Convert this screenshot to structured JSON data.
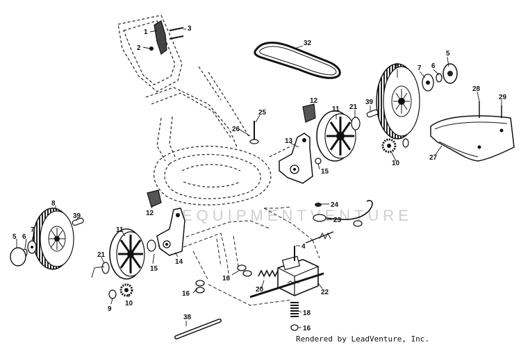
{
  "diagram": {
    "watermark": "EQUIPMENTVENTURE",
    "credit": "Rendered by LeadVenture, Inc.",
    "callouts": [
      "1",
      "2",
      "3",
      "32",
      "5",
      "6",
      "7",
      "8",
      "28",
      "29",
      "12",
      "11",
      "21",
      "39",
      "25",
      "26",
      "13",
      "15",
      "10",
      "27",
      "24",
      "23",
      "4",
      "22",
      "18",
      "16",
      "20",
      "38",
      "9",
      "14",
      "11",
      "12",
      "15",
      "39",
      "21"
    ],
    "callouts_left": [
      "8",
      "39",
      "7",
      "6",
      "5",
      "16"
    ]
  }
}
